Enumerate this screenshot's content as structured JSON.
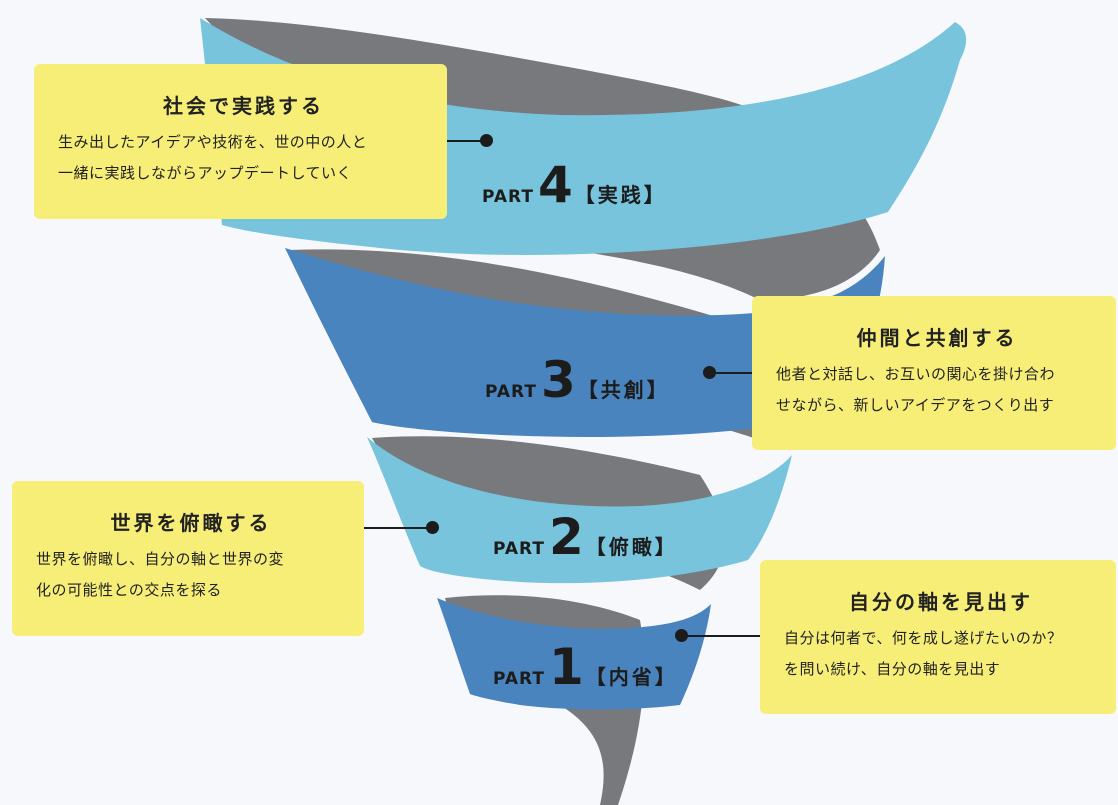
{
  "palette": {
    "light_band": "#78c4dc",
    "dark_band": "#4a84be",
    "tail": "#77797d",
    "callout": "#f7ee78",
    "background": "#f6f8fb"
  },
  "parts": [
    {
      "word": "PART",
      "number": "4",
      "tag": "【実践】"
    },
    {
      "word": "PART",
      "number": "3",
      "tag": "【共創】"
    },
    {
      "word": "PART",
      "number": "2",
      "tag": "【俯瞰】"
    },
    {
      "word": "PART",
      "number": "1",
      "tag": "【内省】"
    }
  ],
  "callouts": [
    {
      "title": "社会で実践する",
      "lines": [
        "生み出したアイデアや技術を、世の中の人と",
        "一緒に実践しながらアップデートしていく"
      ]
    },
    {
      "title": "仲間と共創する",
      "lines": [
        "他者と対話し、お互いの関心を掛け合わ",
        "せながら、新しいアイデアをつくり出す"
      ]
    },
    {
      "title": "世界を俯瞰する",
      "lines": [
        "世界を俯瞰し、自分の軸と世界の変",
        "化の可能性との交点を探る"
      ]
    },
    {
      "title": "自分の軸を見出す",
      "lines": [
        "自分は何者で、何を成し遂げたいのか？",
        "を問い続け、自分の軸を見出す"
      ]
    }
  ]
}
